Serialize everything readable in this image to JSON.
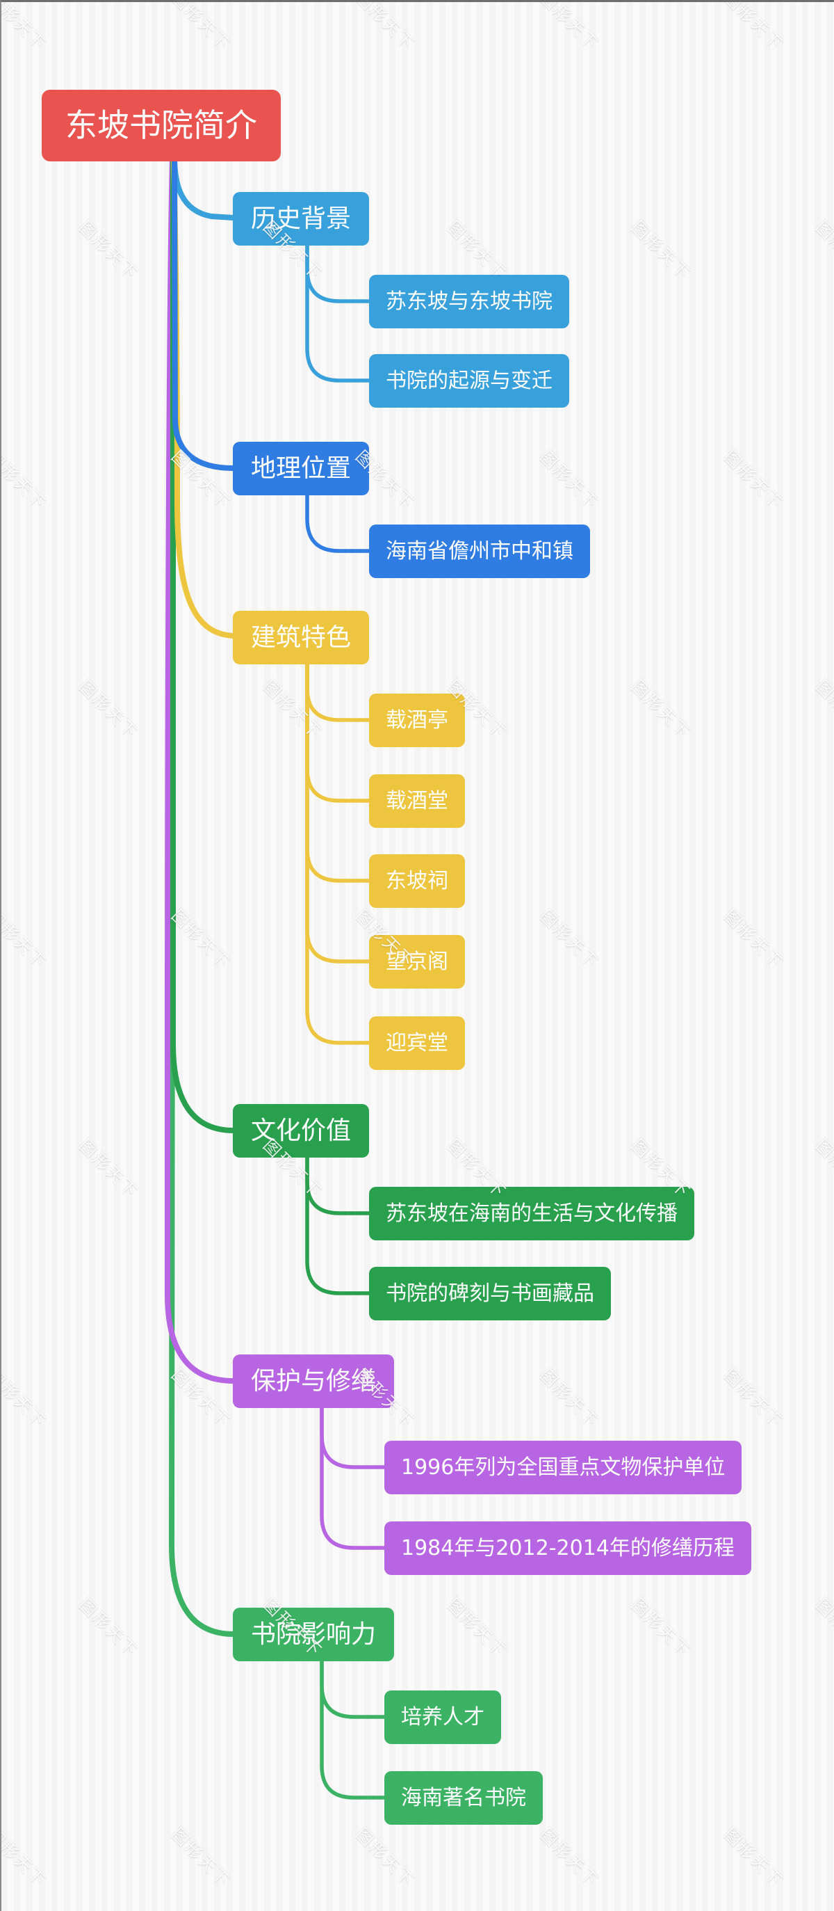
{
  "watermark": "图形天下",
  "root": {
    "label": "东坡书院简介",
    "color": "#ea5450"
  },
  "branches": [
    {
      "label": "历史背景",
      "color": "#38a0da",
      "children": [
        "苏东坡与东坡书院",
        "书院的起源与变迁"
      ]
    },
    {
      "label": "地理位置",
      "color": "#2f7ce2",
      "children": [
        "海南省儋州市中和镇"
      ]
    },
    {
      "label": "建筑特色",
      "color": "#edc53f",
      "children": [
        "载酒亭",
        "载酒堂",
        "东坡祠",
        "望京阁",
        "迎宾堂"
      ]
    },
    {
      "label": "文化价值",
      "color": "#28a04d",
      "children": [
        "苏东坡在海南的生活与文化传播",
        "书院的碑刻与书画藏品"
      ]
    },
    {
      "label": "保护与修缮",
      "color": "#b765e2",
      "children": [
        "1996年列为全国重点文物保护单位",
        "1984年与2012-2014年的修缮历程"
      ]
    },
    {
      "label": "书院影响力",
      "color": "#3cb264",
      "children": [
        "培养人才",
        "海南著名书院"
      ]
    }
  ]
}
